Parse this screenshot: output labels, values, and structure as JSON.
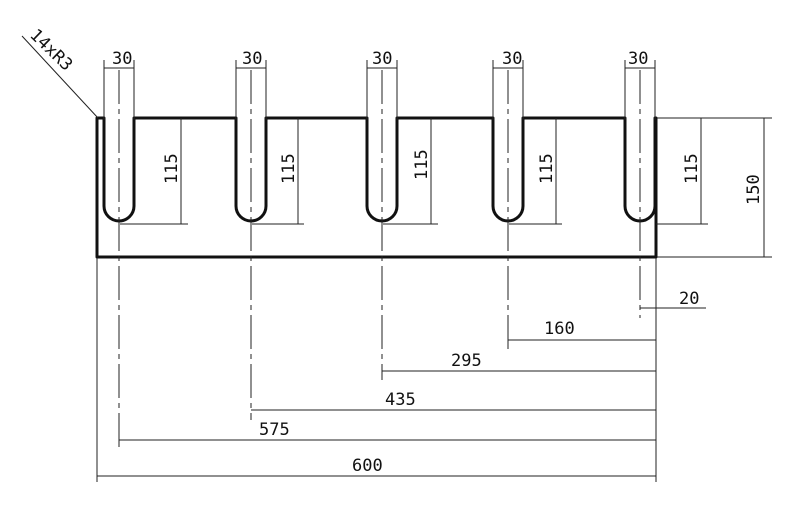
{
  "callout": "14xR3",
  "slot_widths": [
    "30",
    "30",
    "30",
    "30",
    "30"
  ],
  "slot_depths": [
    "115",
    "115",
    "115",
    "115",
    "115"
  ],
  "overall_height": "150",
  "offsets": [
    "20",
    "160",
    "295",
    "435",
    "575",
    "600"
  ]
}
